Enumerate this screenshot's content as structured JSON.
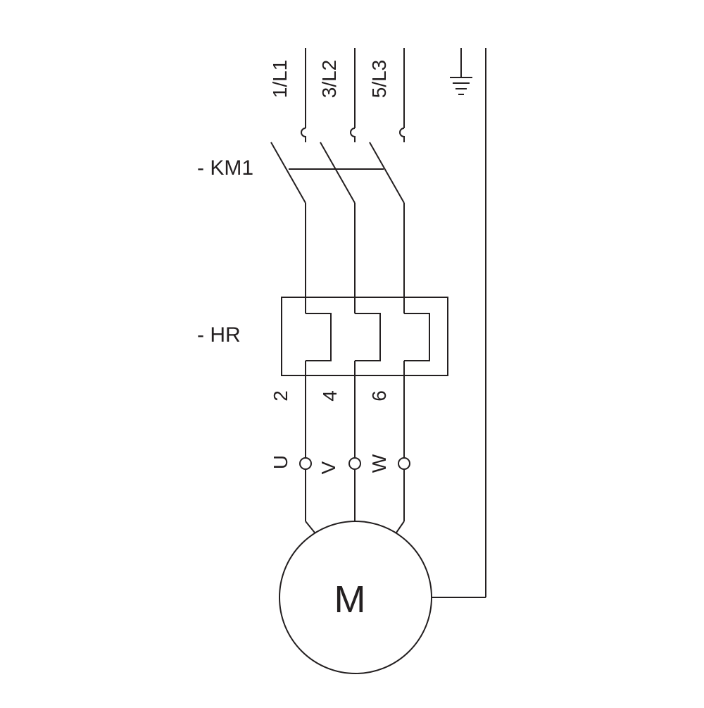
{
  "phases": [
    "1/L1",
    "3/L2",
    "5/L3"
  ],
  "contactor": {
    "label": "- KM1"
  },
  "overload_relay": {
    "label": "- HR",
    "outputs": [
      "2",
      "4",
      "6"
    ]
  },
  "motor_terminals": [
    "U",
    "V",
    "W"
  ],
  "motor": {
    "label": "M"
  },
  "colors": {
    "line": "#231f20",
    "background": "#ffffff"
  }
}
